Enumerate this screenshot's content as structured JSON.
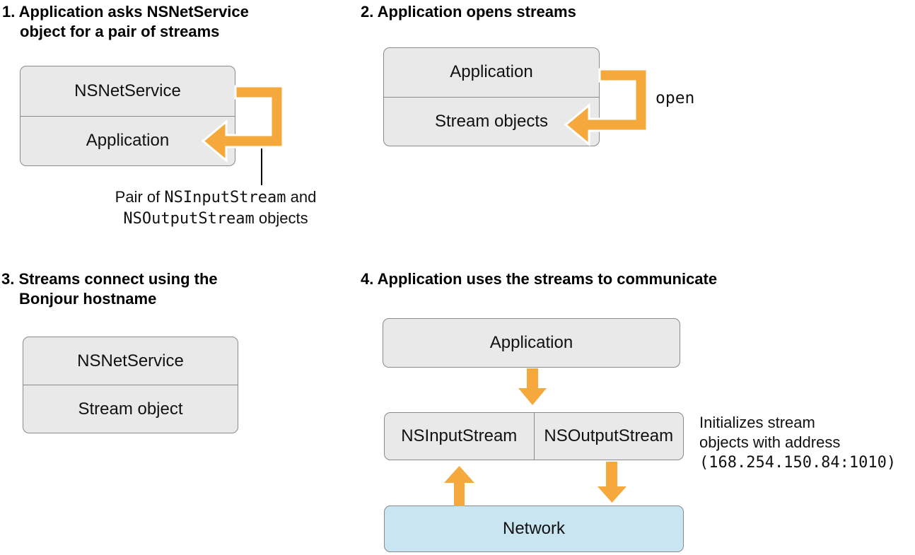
{
  "colors": {
    "accent": "#F5A83C",
    "box_fill": "#E9E9E9",
    "box_border": "#8A8A8A",
    "network_fill": "#C9E5F2",
    "text": "#000000"
  },
  "icons": {
    "loop_arrow": "orange-u-turn-arrow",
    "down_arrow": "orange-down-arrow",
    "up_arrow": "orange-up-arrow"
  },
  "panel1": {
    "heading_line1": "1. Application asks NSNetService",
    "heading_line2": "object for a pair of streams",
    "box": {
      "row1": "NSNetService",
      "row2": "Application"
    },
    "caption": {
      "text_before": "Pair of ",
      "code_input": "NSInputStream",
      "text_and": " and",
      "code_output": "NSOutputStream",
      "text_after": " objects"
    }
  },
  "panel2": {
    "heading": "2. Application opens streams",
    "box": {
      "row1": "Application",
      "row2": "Stream objects"
    },
    "arrow_label": "open"
  },
  "panel3": {
    "heading_line1": "3. Streams connect using the",
    "heading_line2": "Bonjour hostname",
    "box": {
      "row1": "NSNetService",
      "row2": "Stream object"
    }
  },
  "panel4": {
    "heading": "4. Application uses the streams to communicate",
    "application_box": "Application",
    "input_stream_box": "NSInputStream",
    "output_stream_box": "NSOutputStream",
    "network_box": "Network",
    "note_line1": "Initializes stream",
    "note_line2": "objects with address",
    "note_address": "(168.254.150.84:1010)"
  }
}
